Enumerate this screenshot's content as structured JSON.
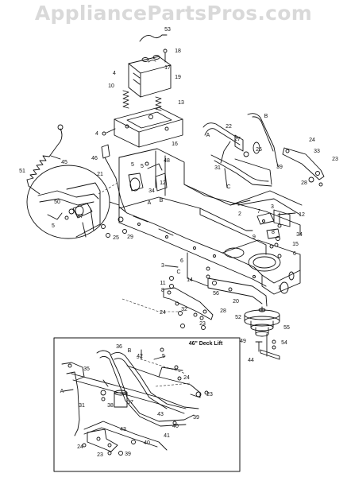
{
  "watermark": "AppliancePartsPros.com",
  "inset_title": "46\" Deck Lift",
  "callouts": {
    "c53": "53",
    "c18": "18",
    "c17": "17",
    "c19": "19",
    "c4a": "4",
    "c10": "10",
    "c13": "13",
    "c16": "16",
    "c4b": "4",
    "c22": "22",
    "cB1": "B",
    "cA1": "A",
    "c27": "27",
    "c26": "26",
    "c24a": "24",
    "c33": "33",
    "c23a": "23",
    "c39a": "39",
    "c31a": "31",
    "cC1": "C",
    "c28a": "28",
    "c45": "45",
    "c51": "51",
    "c46": "46",
    "c5a": "5",
    "c5b": "5",
    "c21": "21",
    "c48": "48",
    "c34a": "34",
    "c12a": "12",
    "cA2": "A",
    "cB2": "B",
    "c50": "50",
    "c47": "47",
    "c5c": "5",
    "c3a": "3",
    "c12b": "12",
    "c34b": "34",
    "c7": "7",
    "c2": "2",
    "c8a": "8",
    "c15": "15",
    "c6a": "6",
    "c25": "25",
    "c29": "29",
    "c9": "9",
    "c3b": "3",
    "c6b": "6",
    "c11": "11",
    "c8b": "8",
    "cC2": "C",
    "c14": "14",
    "c56": "56",
    "c1": "1",
    "c32": "32",
    "c20": "20",
    "c24b": "24",
    "c23b": "23",
    "c28b": "28",
    "c52": "52",
    "c55": "55",
    "c49": "49",
    "c54": "54",
    "c44": "44",
    "c36": "36",
    "cB3": "B",
    "c42": "42",
    "c5d": "5",
    "c35": "35",
    "c24c": "24",
    "cA3": "A",
    "c31b": "31",
    "c38": "38",
    "c37": "37",
    "c43a": "43",
    "c39b": "39",
    "c23c": "23",
    "c40a": "40",
    "c41": "41",
    "c24d": "24",
    "c43b": "43",
    "c23d": "23",
    "c40b": "40",
    "c39c": "39"
  }
}
